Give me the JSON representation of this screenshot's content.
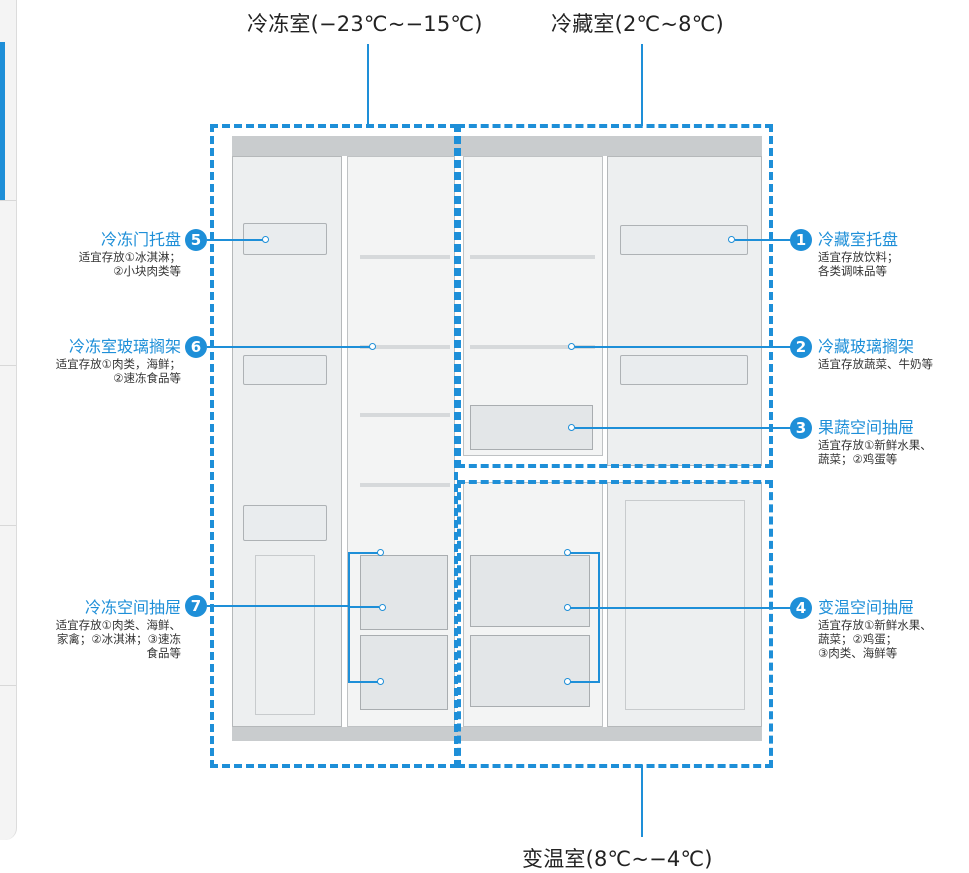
{
  "titles": {
    "freezer": "冷冻室(−23℃~−15℃)",
    "fridge": "冷藏室(2℃~8℃)",
    "variable": "变温室(8℃~−4℃)"
  },
  "labels": [
    {
      "num": "1",
      "title": "冷藏室托盘",
      "desc": [
        "适宜存放饮料；",
        "各类调味品等"
      ]
    },
    {
      "num": "2",
      "title": "冷藏玻璃搁架",
      "desc": [
        "适宜存放蔬菜、牛奶等"
      ]
    },
    {
      "num": "3",
      "title": "果蔬空间抽屉",
      "desc": [
        "适宜存放①新鲜水果、",
        "蔬菜；②鸡蛋等"
      ]
    },
    {
      "num": "4",
      "title": "变温空间抽屉",
      "desc": [
        "适宜存放①新鲜水果、",
        "蔬菜；②鸡蛋；",
        "③肉类、海鲜等"
      ]
    },
    {
      "num": "5",
      "title": "冷冻门托盘",
      "desc": [
        "适宜存放①冰淇淋；",
        "②小块肉类等"
      ]
    },
    {
      "num": "6",
      "title": "冷冻室玻璃搁架",
      "desc": [
        "适宜存放①肉类，海鲜；",
        "②速冻食品等"
      ]
    },
    {
      "num": "7",
      "title": "冷冻空间抽屉",
      "desc": [
        "适宜存放①肉类、海鲜、",
        "家禽；②冰淇淋；③速冻",
        "食品等"
      ]
    }
  ],
  "colors": {
    "accent": "#1e8fd8",
    "text": "#222222"
  }
}
